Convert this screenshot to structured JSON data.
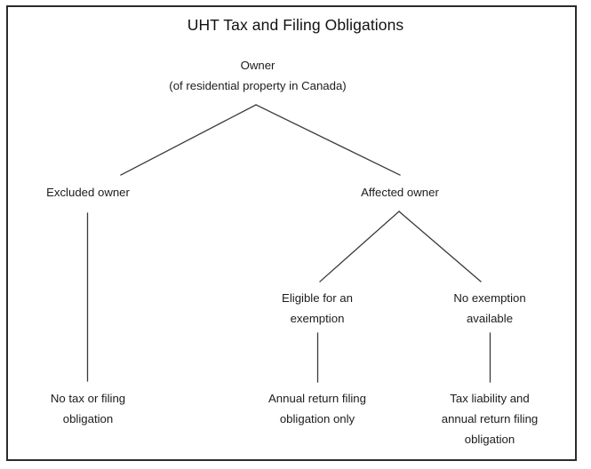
{
  "figure": {
    "title": "UHT Tax and Filing Obligations",
    "border_color": "#2b2b2b",
    "line_color": "#3a3a3a",
    "background": "#ffffff",
    "text_color": "#1c1c1c"
  },
  "tree": {
    "root": {
      "line1": "Owner",
      "line2": "(of residential property in Canada)"
    },
    "excluded_owner": {
      "line1": "Excluded owner"
    },
    "affected_owner": {
      "line1": "Affected owner"
    },
    "eligible_exemption": {
      "line1": "Eligible for an",
      "line2": "exemption"
    },
    "no_exemption": {
      "line1": "No exemption",
      "line2": "available"
    },
    "outcome_excluded": {
      "line1": "No tax or filing",
      "line2": "obligation"
    },
    "outcome_eligible": {
      "line1": "Annual return filing",
      "line2": "obligation only"
    },
    "outcome_no_exemption": {
      "line1": "Tax liability and",
      "line2": "annual return filing",
      "line3": "obligation"
    }
  }
}
